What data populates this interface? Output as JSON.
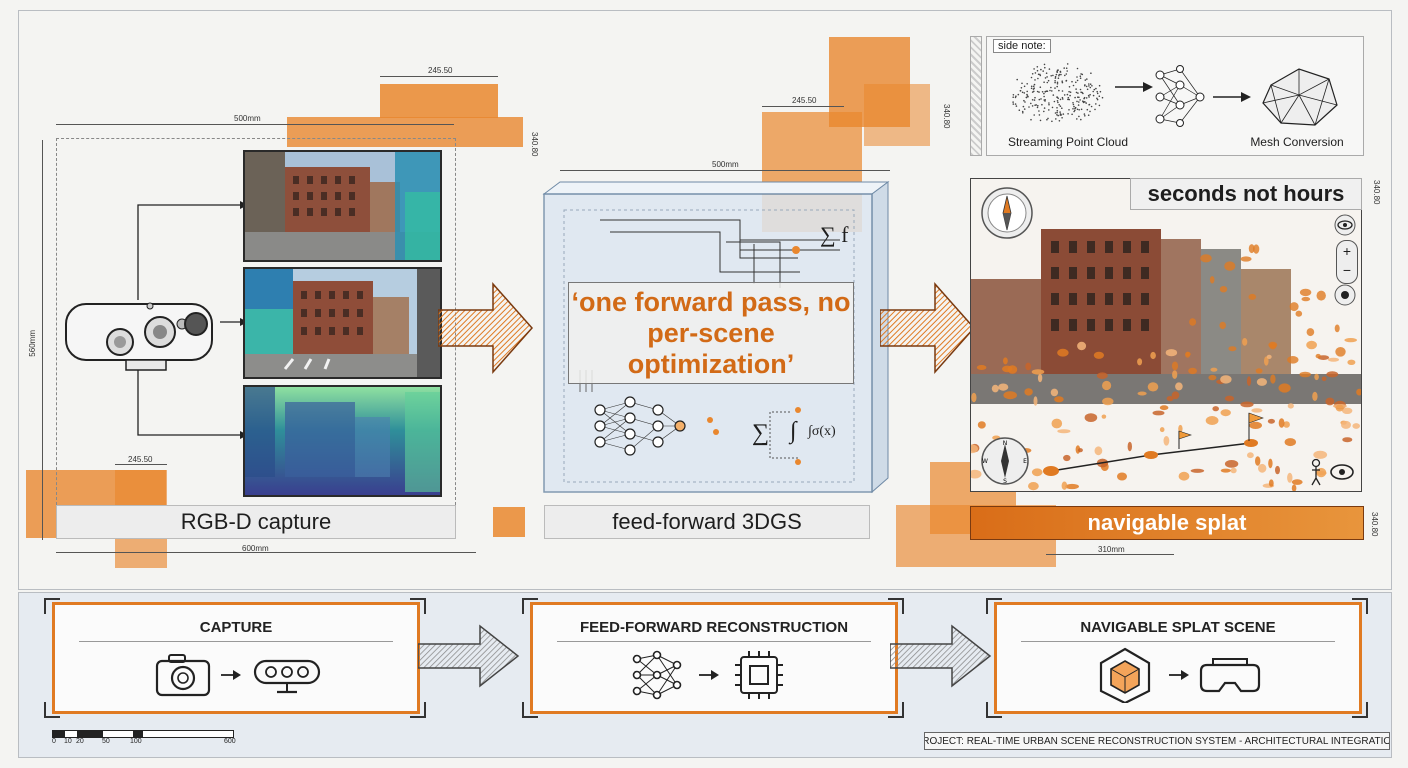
{
  "top": {
    "capture_label": "RGB-D capture",
    "model_label": "feed-forward 3DGS",
    "model_quote": "‘one forward pass, no per-scene optimization’",
    "splat_label": "navigable splat",
    "speed_label": "seconds not hours",
    "side_note": {
      "label": "side note:",
      "left_caption": "Streaming Point Cloud",
      "right_caption": "Mesh Conversion"
    }
  },
  "dimensions": {
    "d245a": "245.50",
    "d500mm": "500mm",
    "d245b": "245.50",
    "d500mm_b": "500mm",
    "d245c": "245.50",
    "d600mm": "600mm",
    "d310mm": "310mm",
    "d560mm": "560mm",
    "d340_80a": "340.80",
    "d340_80b": "340.80"
  },
  "formulas": {
    "sum_f": "∑ f",
    "integral": "∫σ(x)"
  },
  "pipeline": {
    "stages": [
      {
        "title": "CAPTURE"
      },
      {
        "title": "FEED-FORWARD RECONSTRUCTION"
      },
      {
        "title": "NAVIGABLE SPLAT SCENE"
      }
    ]
  },
  "scale_bar": {
    "ticks": [
      "0",
      "10",
      "20",
      "50",
      "100",
      "600"
    ]
  },
  "footer": {
    "project": "PROJECT: REAL-TIME URBAN SCENE RECONSTRUCTION SYSTEM - ARCHITECTURAL INTEGRATION"
  },
  "colors": {
    "accent": "#e07a22",
    "panel": "#e6ebf1",
    "glass": "#dde7f1"
  },
  "icons": [
    "camera-icon",
    "depth-sensor-icon",
    "neural-network-icon",
    "chip-icon",
    "cube-icon",
    "vr-headset-icon",
    "compass-icon",
    "eye-icon",
    "zoom-in-icon",
    "zoom-out-icon",
    "person-icon",
    "flag-icon"
  ]
}
